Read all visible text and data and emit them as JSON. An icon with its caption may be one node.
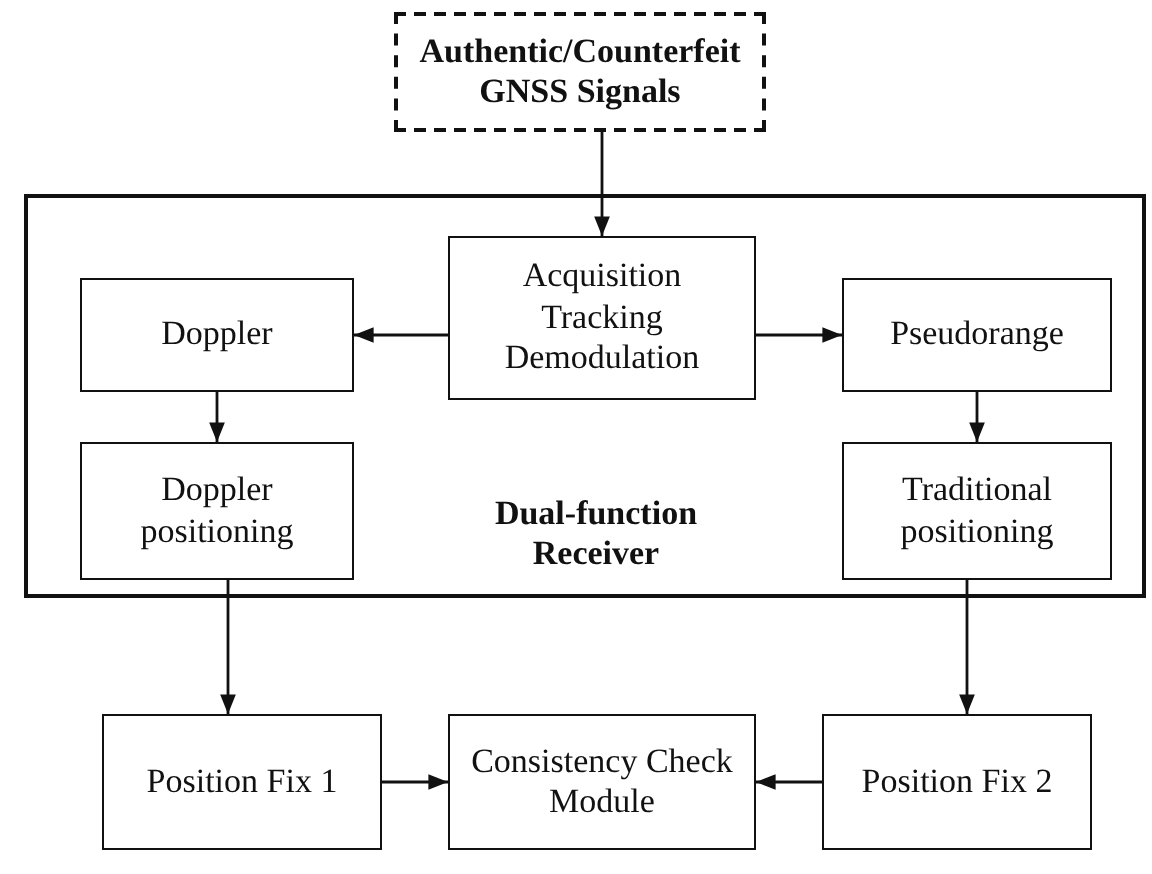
{
  "diagram": {
    "nodes": [
      {
        "text": [
          "Authentic/Counterfeit GNSS Signals"
        ]
      },
      {
        "text": [
          "Dual-function Receiver"
        ]
      },
      {
        "text": [
          "Acquisition Tracking Demodulation"
        ],
        "in": 1
      },
      {
        "text": [
          "Doppler"
        ],
        "in": 1
      },
      {
        "text": [
          "Pseudorange"
        ],
        "in": 1
      },
      {
        "text": [
          "Doppler positioning"
        ],
        "in": 1
      },
      {
        "text": [
          "Traditional positioning"
        ],
        "in": 1
      },
      {
        "text": [
          "Position Fix 1"
        ]
      },
      {
        "text": [
          "Consistency Check Module"
        ]
      },
      {
        "text": [
          "Position Fix 2"
        ]
      }
    ],
    "edges": [
      {
        "from": 0,
        "to": 2,
        "arrow": "to"
      },
      {
        "from": 2,
        "to": 3,
        "arrow": "to"
      },
      {
        "from": 2,
        "to": 4,
        "arrow": "to"
      },
      {
        "from": 3,
        "to": 5,
        "arrow": "to"
      },
      {
        "from": 4,
        "to": 6,
        "arrow": "to"
      },
      {
        "from": 5,
        "to": 7,
        "arrow": "to"
      },
      {
        "from": 6,
        "to": 9,
        "arrow": "to"
      },
      {
        "from": 7,
        "to": 8,
        "arrow": "to"
      },
      {
        "from": 9,
        "to": 8,
        "arrow": "to"
      }
    ]
  }
}
